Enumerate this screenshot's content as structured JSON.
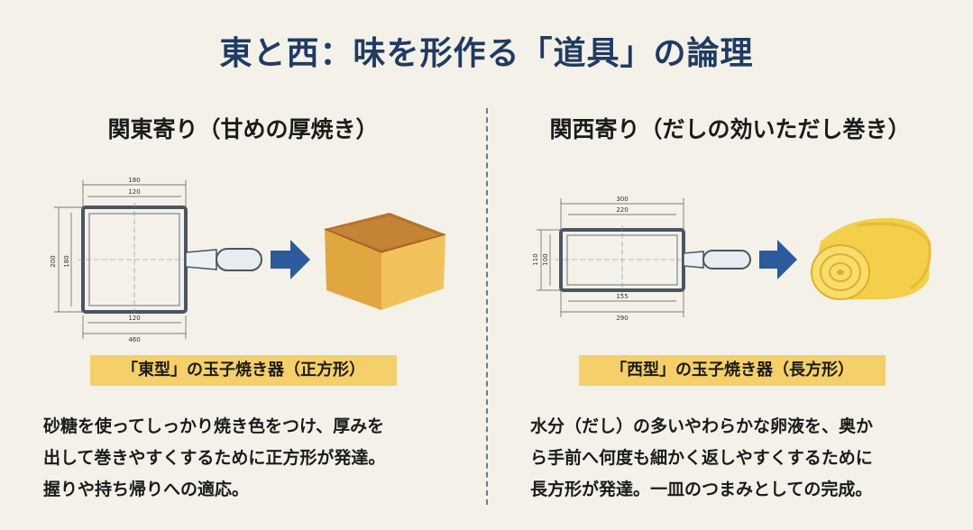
{
  "title": "東と西：味を形作る「道具」の論理",
  "east": {
    "heading": "関東寄り（甘めの厚焼き）",
    "dims": {
      "outer_width": "180",
      "inner_width": "120",
      "height_outer": "200",
      "height_inner": "180",
      "bottom_inner": "120",
      "bottom_outer": "460"
    },
    "label": "「東型」の玉子焼き器（正方形）",
    "desc": [
      "砂糖を使ってしっかり焼き色をつけ、厚みを",
      "出して巻きやすくするために正方形が発達。",
      "握りや持ち帰りへの適応。"
    ]
  },
  "west": {
    "heading": "関西寄り（だしの効いただし巻き）",
    "dims": {
      "outer_width": "300",
      "inner_width": "220",
      "height_outer": "110",
      "height_inner": "100",
      "bottom_inner": "155",
      "bottom_outer": "290"
    },
    "label": "「西型」の玉子焼き器（長方形）",
    "desc": [
      "水分（だし）の多いやわらかな卵液を、奥か",
      "ら手前へ何度も細かく返しやすくするために",
      "長方形が発達。一皿のつまみとしての完成。"
    ]
  },
  "colors": {
    "title": "#1f3b63",
    "arrow": "#2c5a9c",
    "label_bg": "#f5cf6a",
    "pan": "#4a5563"
  }
}
